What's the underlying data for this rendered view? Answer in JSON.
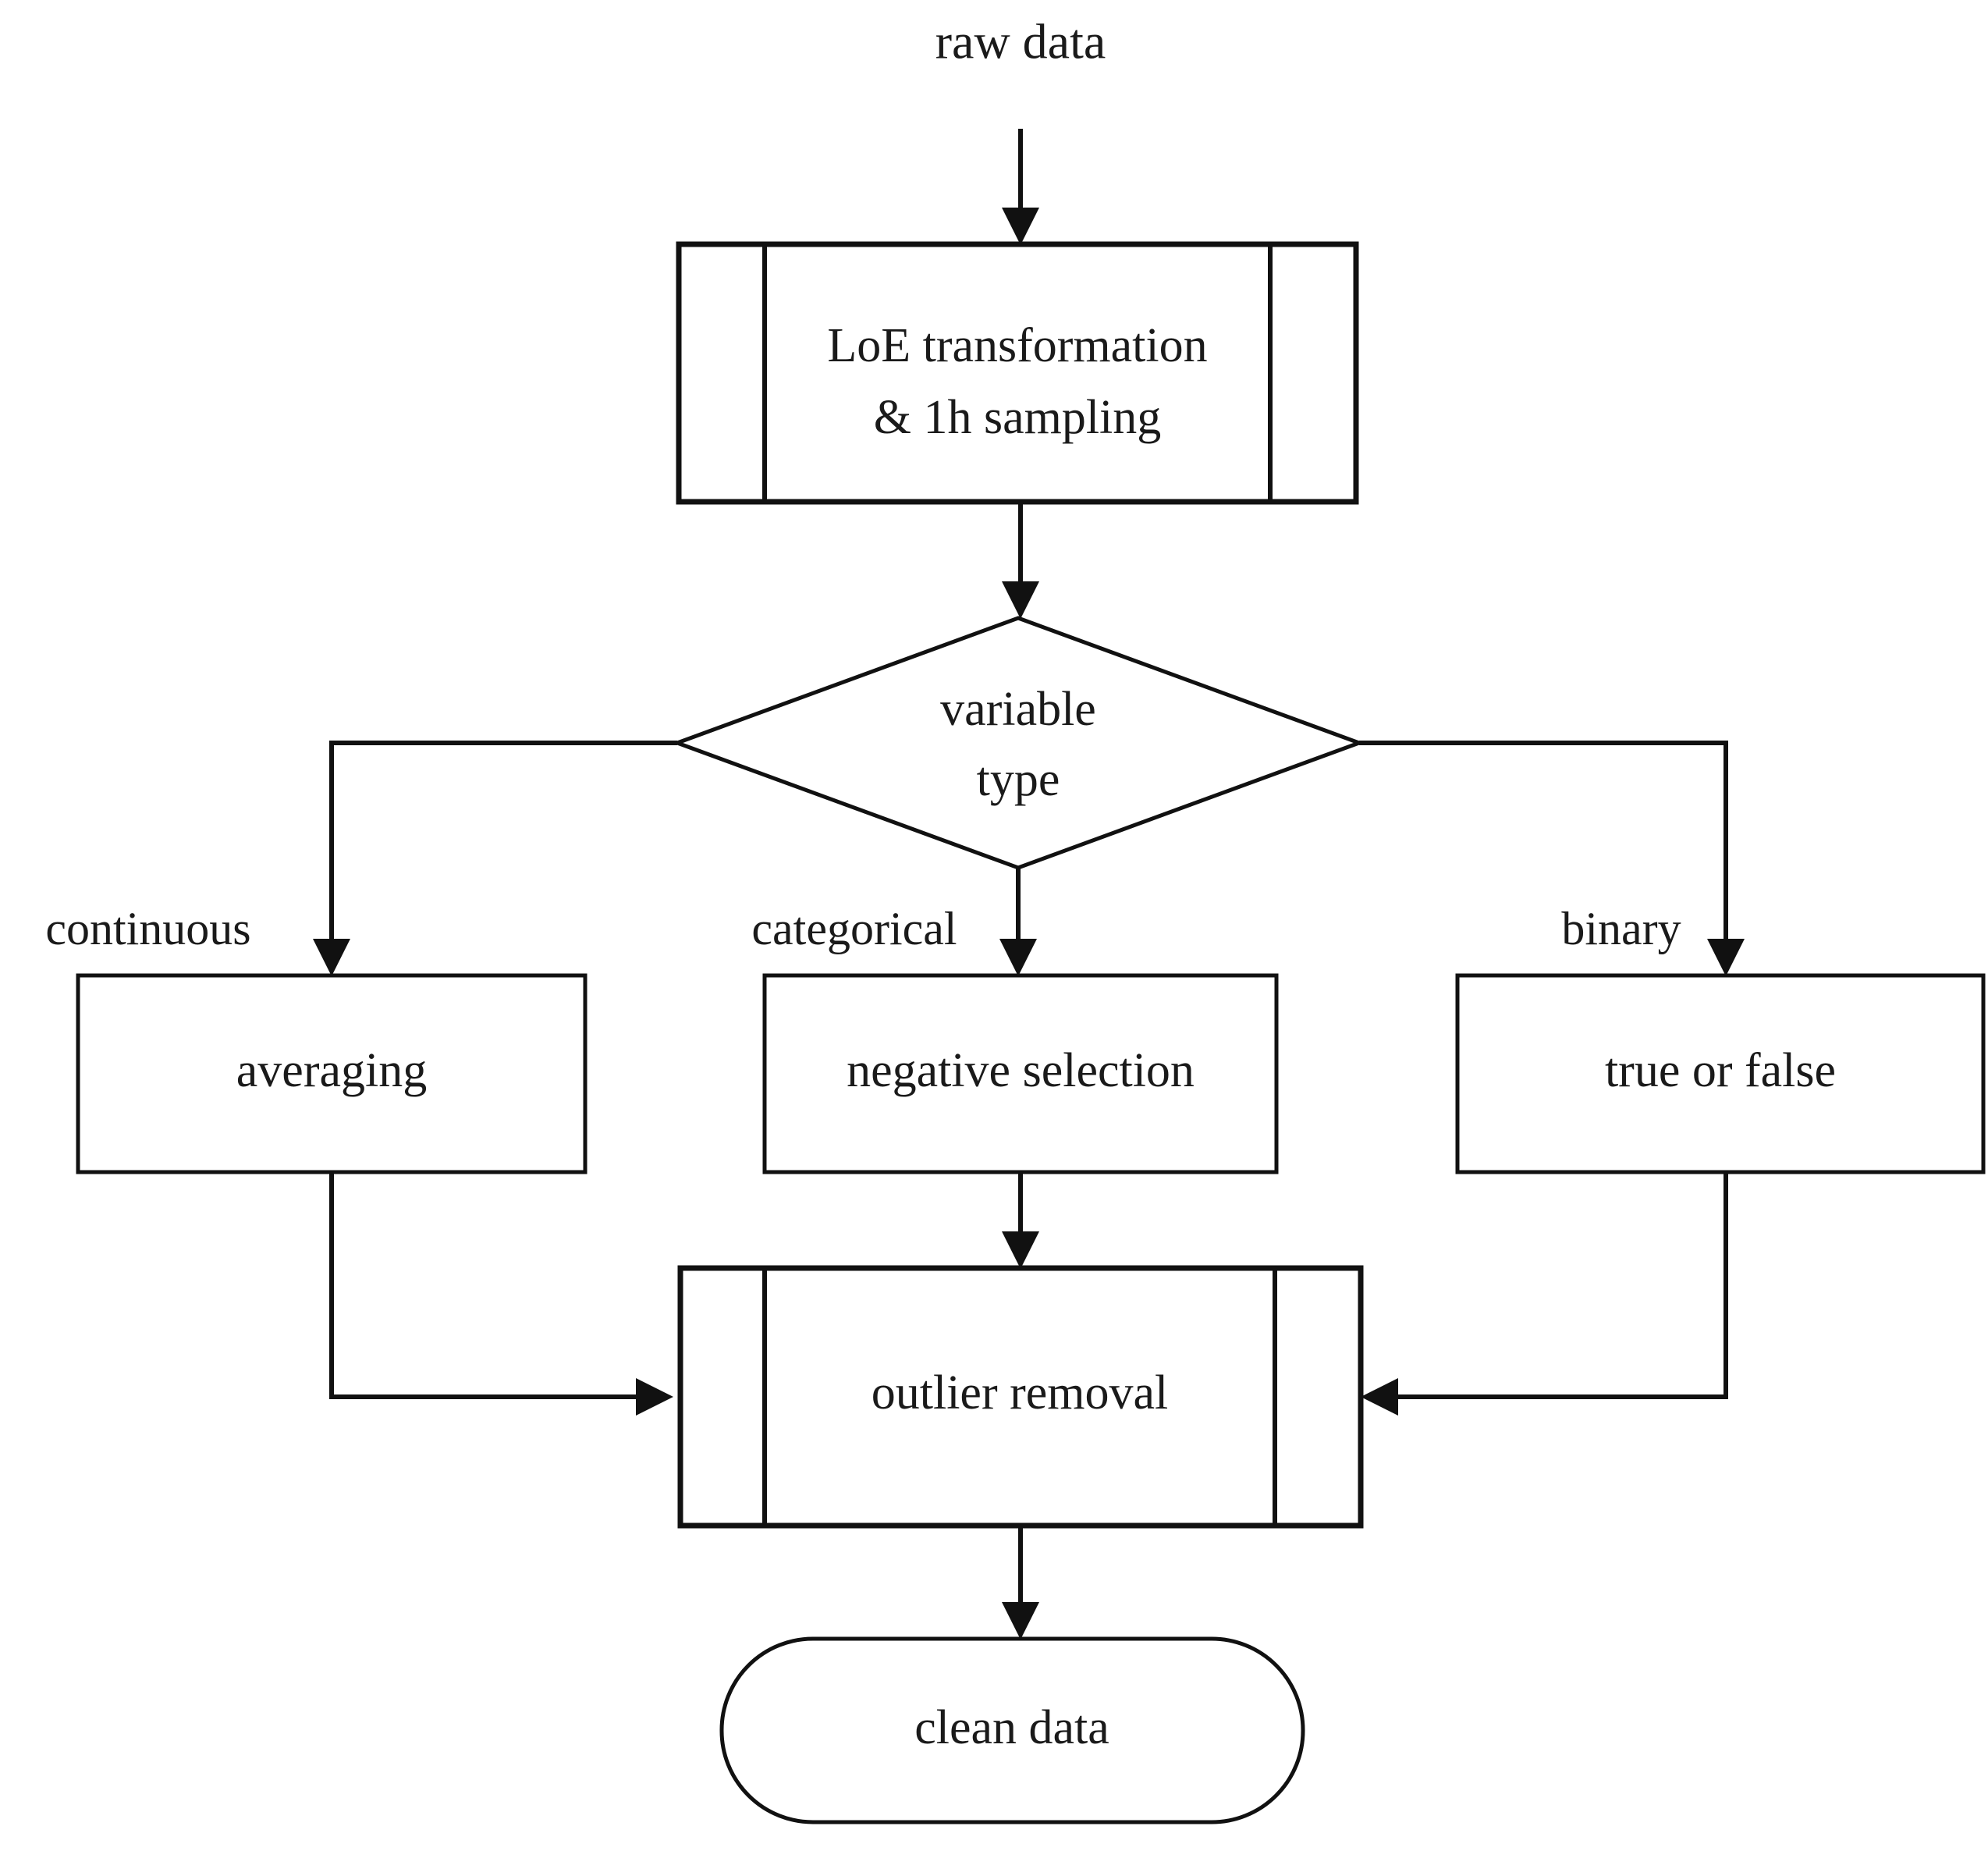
{
  "diagram": {
    "title": "raw data",
    "type": "flowchart",
    "orientation": "top-to-bottom",
    "colors": {
      "background": "#ffffff",
      "stroke": "#111111",
      "text": "#1a1a1a",
      "fill": "#ffffff"
    },
    "nodes": [
      {
        "id": "raw-data",
        "label": "raw data",
        "shape": "text-label"
      },
      {
        "id": "loe-transformation",
        "label_line1": "LoE transformation",
        "label_line2": "& 1h sampling",
        "shape": "predefined-process"
      },
      {
        "id": "variable-type",
        "label_line1": "variable",
        "label_line2": "type",
        "shape": "decision-diamond"
      },
      {
        "id": "averaging",
        "label": "averaging",
        "shape": "process-rectangle"
      },
      {
        "id": "negative-selection",
        "label": "negative selection",
        "shape": "process-rectangle"
      },
      {
        "id": "true-or-false",
        "label": "true or false",
        "shape": "process-rectangle"
      },
      {
        "id": "outlier-removal",
        "label": "outlier removal",
        "shape": "predefined-process"
      },
      {
        "id": "clean-data",
        "label": "clean data",
        "shape": "terminator-stadium"
      }
    ],
    "edges": [
      {
        "id": "e-raw-to-loe",
        "from": "raw-data",
        "to": "loe-transformation",
        "label": ""
      },
      {
        "id": "e-loe-to-decision",
        "from": "loe-transformation",
        "to": "variable-type",
        "label": ""
      },
      {
        "id": "e-decision-left",
        "from": "variable-type",
        "to": "averaging",
        "label": "continuous"
      },
      {
        "id": "e-decision-down",
        "from": "variable-type",
        "to": "negative-selection",
        "label": "categorical"
      },
      {
        "id": "e-decision-right",
        "from": "variable-type",
        "to": "true-or-false",
        "label": "binary"
      },
      {
        "id": "e-avg-to-outlier",
        "from": "averaging",
        "to": "outlier-removal",
        "label": ""
      },
      {
        "id": "e-negsel-to-outlier",
        "from": "negative-selection",
        "to": "outlier-removal",
        "label": ""
      },
      {
        "id": "e-tf-to-outlier",
        "from": "true-or-false",
        "to": "outlier-removal",
        "label": ""
      },
      {
        "id": "e-outlier-to-clean",
        "from": "outlier-removal",
        "to": "clean-data",
        "label": ""
      }
    ],
    "branch_labels": {
      "continuous": "continuous",
      "categorical": "categorical",
      "binary": "binary"
    }
  }
}
